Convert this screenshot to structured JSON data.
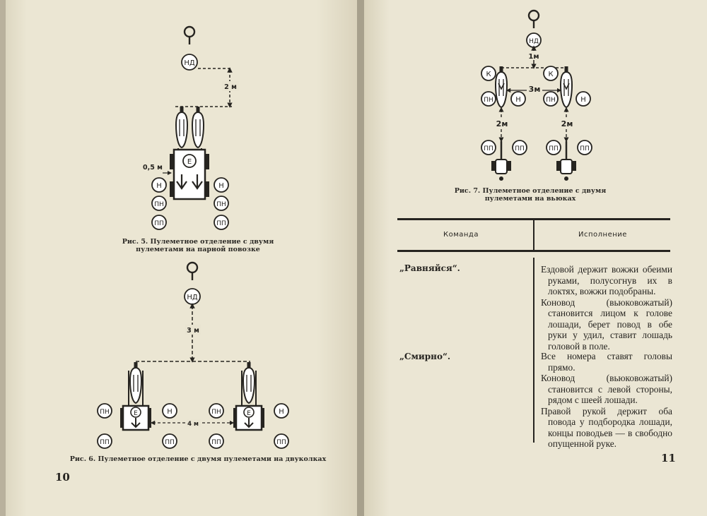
{
  "left_page": {
    "page_number": "10",
    "fig5": {
      "caption_line1": "Рис. 5. Пулеметное отделение с двумя",
      "caption_line2": "пулеметами на парной повозке",
      "dim_gap": "2 м",
      "dim_side": "0,5 м",
      "markers": {
        "leader": "НД",
        "driver": "Е",
        "gunner": "Н",
        "assistant": "ПН",
        "ammo": "ПП"
      }
    },
    "fig6": {
      "caption": "Рис. 6. Пулеметное отделение с двумя пулеметами на двуколках",
      "dim_gap": "3 м",
      "dim_between": "4 м",
      "markers": {
        "leader": "НД",
        "driver": "Е",
        "gunner": "Н",
        "assistant": "ПН",
        "ammo": "ПП"
      }
    }
  },
  "right_page": {
    "page_number": "11",
    "fig7": {
      "caption_line1": "Рис. 7. Пулеметное отделение с двумя",
      "caption_line2": "пулеметами на вьюках",
      "dim_front": "1м",
      "dim_between": "3м",
      "dim_rear": "2м",
      "markers": {
        "leader": "НД",
        "horse_leader": "К",
        "gunner": "Н",
        "assistant": "ПН",
        "ammo": "ПП"
      }
    },
    "table": {
      "headers": [
        "Команда",
        "Исполнение"
      ],
      "rows": [
        {
          "command": "„Равняйся“.",
          "execution": [
            "Ездовой держит вожжи обеими руками, полусогнув их в локтях, вожжи подобраны.",
            "Коновод (вьюковожатый) становится лицом к голове лошади, берет повод в обе руки у удил, ставит лошадь головой в поле."
          ]
        },
        {
          "command": "„Смирно“.",
          "execution": [
            "Все номера ставят головы прямо.",
            "Коновод (вьюковожатый) становится с левой стороны, рядом с шеей лошади.",
            "Правой рукой держит оба повода у подбородка лошади, концы поводьев — в свободно опущенной руке."
          ]
        }
      ]
    }
  }
}
